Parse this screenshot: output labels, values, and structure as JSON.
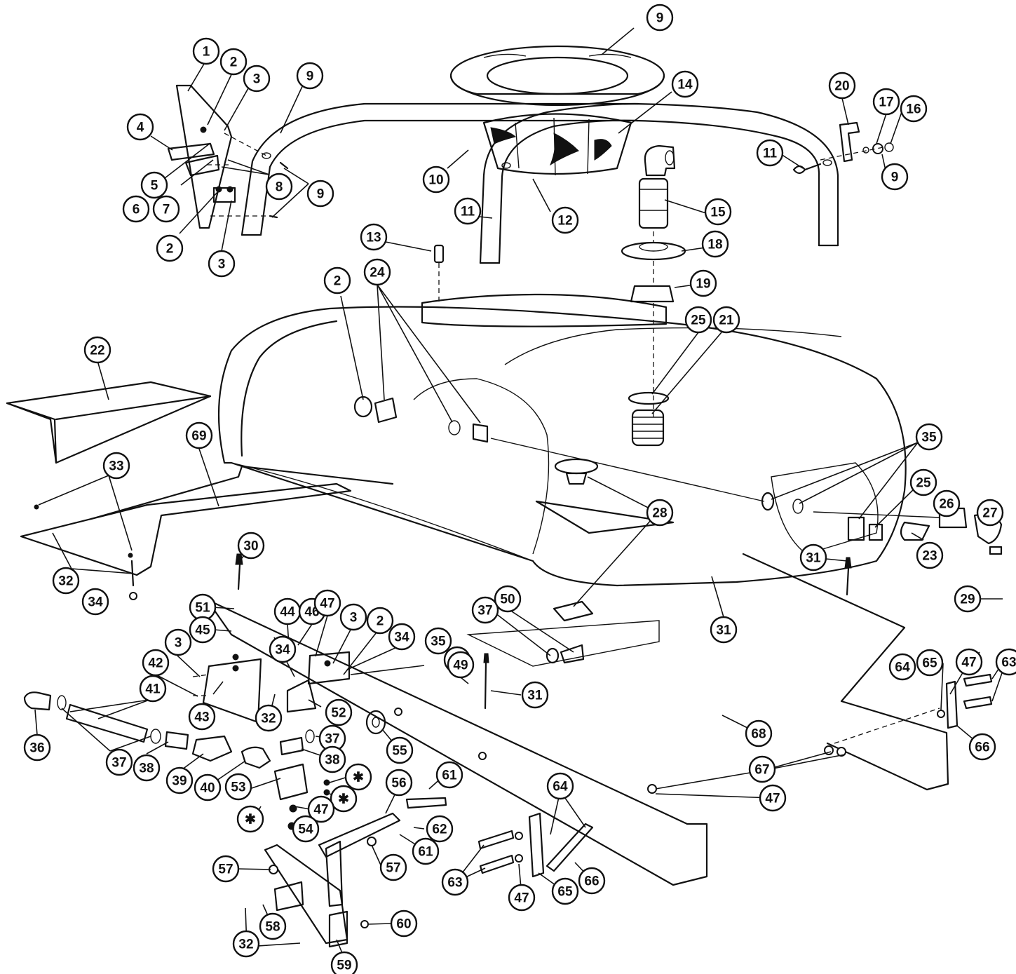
{
  "diagram": {
    "callouts": [
      {
        "label": "1"
      },
      {
        "label": "2"
      },
      {
        "label": "3"
      },
      {
        "label": "4"
      },
      {
        "label": "5"
      },
      {
        "label": "6"
      },
      {
        "label": "7"
      },
      {
        "label": "8"
      },
      {
        "label": "9"
      },
      {
        "label": "2"
      },
      {
        "label": "3"
      },
      {
        "label": "9"
      },
      {
        "label": "10"
      },
      {
        "label": "11"
      },
      {
        "label": "12"
      },
      {
        "label": "9"
      },
      {
        "label": "13"
      },
      {
        "label": "14"
      },
      {
        "label": "15"
      },
      {
        "label": "18"
      },
      {
        "label": "19"
      },
      {
        "label": "20"
      },
      {
        "label": "17"
      },
      {
        "label": "16"
      },
      {
        "label": "11"
      },
      {
        "label": "9"
      },
      {
        "label": "2"
      },
      {
        "label": "24"
      },
      {
        "label": "25"
      },
      {
        "label": "21"
      },
      {
        "label": "22"
      },
      {
        "label": "69"
      },
      {
        "label": "33"
      },
      {
        "label": "32"
      },
      {
        "label": "34"
      },
      {
        "label": "35"
      },
      {
        "label": "25"
      },
      {
        "label": "26"
      },
      {
        "label": "27"
      },
      {
        "label": "28"
      },
      {
        "label": "23"
      },
      {
        "label": "29"
      },
      {
        "label": "30"
      },
      {
        "label": "31"
      },
      {
        "label": "31"
      },
      {
        "label": "51"
      },
      {
        "label": "45"
      },
      {
        "label": "44"
      },
      {
        "label": "46"
      },
      {
        "label": "47"
      },
      {
        "label": "3"
      },
      {
        "label": "2"
      },
      {
        "label": "34"
      },
      {
        "label": "35"
      },
      {
        "label": "48"
      },
      {
        "label": "37"
      },
      {
        "label": "50"
      },
      {
        "label": "49"
      },
      {
        "label": "3"
      },
      {
        "label": "42"
      },
      {
        "label": "43"
      },
      {
        "label": "34"
      },
      {
        "label": "32"
      },
      {
        "label": "52"
      },
      {
        "label": "31"
      },
      {
        "label": "41"
      },
      {
        "label": "36"
      },
      {
        "label": "37"
      },
      {
        "label": "38"
      },
      {
        "label": "39"
      },
      {
        "label": "40"
      },
      {
        "label": "37"
      },
      {
        "label": "38"
      },
      {
        "label": "55"
      },
      {
        "label": "53"
      },
      {
        "label": "✱"
      },
      {
        "label": "✱"
      },
      {
        "label": "✱"
      },
      {
        "label": "47"
      },
      {
        "label": "54"
      },
      {
        "label": "56"
      },
      {
        "label": "61"
      },
      {
        "label": "62"
      },
      {
        "label": "61"
      },
      {
        "label": "57"
      },
      {
        "label": "57"
      },
      {
        "label": "32"
      },
      {
        "label": "58"
      },
      {
        "label": "59"
      },
      {
        "label": "60"
      },
      {
        "label": "64"
      },
      {
        "label": "63"
      },
      {
        "label": "47"
      },
      {
        "label": "65"
      },
      {
        "label": "66"
      },
      {
        "label": "68"
      },
      {
        "label": "67"
      },
      {
        "label": "47"
      },
      {
        "label": "64"
      },
      {
        "label": "65"
      },
      {
        "label": "47"
      },
      {
        "label": "63"
      },
      {
        "label": "66"
      }
    ]
  }
}
